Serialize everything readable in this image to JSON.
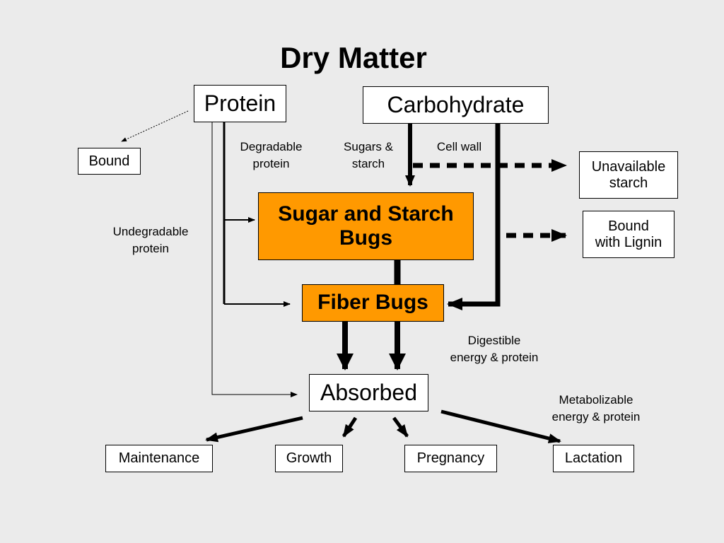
{
  "title": "Dry Matter",
  "nodes": {
    "protein": "Protein",
    "carbohydrate": "Carbohydrate",
    "bound": "Bound",
    "unavailable_starch": "Unavailable\nstarch",
    "bound_lignin": "Bound\nwith Lignin",
    "sugar_starch_bugs": "Sugar and Starch\nBugs",
    "fiber_bugs": "Fiber Bugs",
    "absorbed": "Absorbed",
    "maintenance": "Maintenance",
    "growth": "Growth",
    "pregnancy": "Pregnancy",
    "lactation": "Lactation"
  },
  "labels": {
    "degradable_protein": "Degradable\nprotein",
    "sugars_starch": "Sugars &\nstarch",
    "cell_wall": "Cell wall",
    "undegradable_protein": "Undegradable\nprotein",
    "digestible": "Digestible\nenergy & protein",
    "metabolizable": "Metabolizable\nenergy & protein"
  },
  "colors": {
    "background": "#ebebeb",
    "box_fill": "#ffffff",
    "bug_fill": "#ff9900",
    "line": "#000000"
  }
}
